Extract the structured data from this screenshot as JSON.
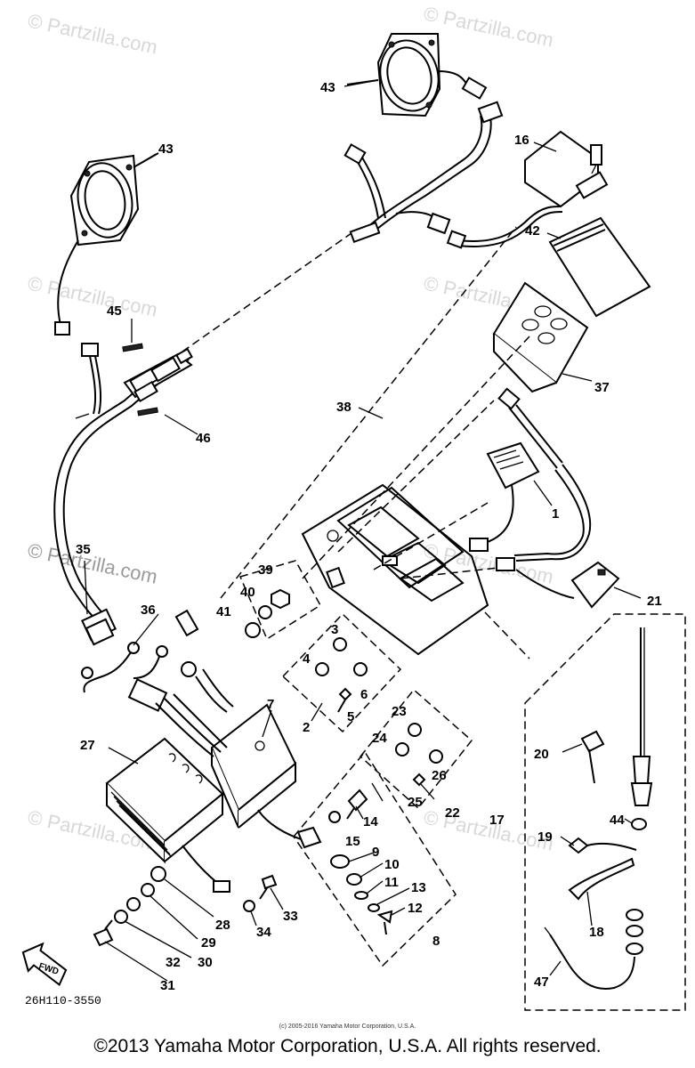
{
  "watermarks": [
    "© Partzilla.com",
    "© Partzilla.com",
    "© Partzilla.com",
    "© Partzilla.com",
    "© Partzilla.com",
    "© Partzilla.com",
    "© Partzilla.com",
    "© Partzilla.com"
  ],
  "part_numbers": [
    "43",
    "43",
    "16",
    "42",
    "45",
    "37",
    "38",
    "46",
    "1",
    "35",
    "39",
    "40",
    "41",
    "21",
    "36",
    "3",
    "4",
    "6",
    "5",
    "7",
    "2",
    "23",
    "27",
    "24",
    "26",
    "20",
    "25",
    "22",
    "14",
    "17",
    "44",
    "15",
    "19",
    "9",
    "10",
    "11",
    "13",
    "12",
    "28",
    "33",
    "18",
    "34",
    "29",
    "8",
    "32",
    "30",
    "31",
    "47"
  ],
  "forward_label": "FWD",
  "reference_code": "26H110-3550",
  "footer_small": "(c) 2005-2016 Yamaha Motor Corporation, U.S.A.",
  "footer_main": "©2013 Yamaha Motor Corporation, U.S.A. All rights reserved."
}
